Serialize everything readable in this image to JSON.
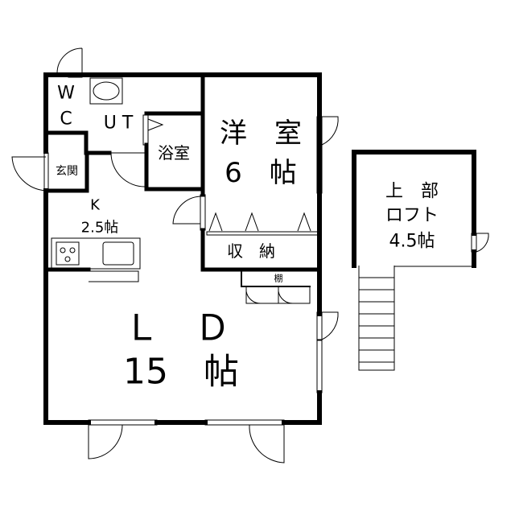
{
  "floorplan": {
    "rooms": {
      "wc": {
        "line1": "W",
        "line2": "C"
      },
      "ut": {
        "label": "U T"
      },
      "bath": {
        "label": "浴室"
      },
      "entrance": {
        "label": "玄関"
      },
      "kitchen": {
        "label": "K",
        "size": "2.5帖"
      },
      "western": {
        "label": "洋　室",
        "size": "6　帖"
      },
      "storage": {
        "label": "収　納"
      },
      "shelf": {
        "label": "棚"
      },
      "ld": {
        "label": "Ｌ　Ｄ",
        "size": "15　帖"
      },
      "loft": {
        "line1": "上　部",
        "line2": "ロフト",
        "size": "4.5帖"
      }
    }
  }
}
